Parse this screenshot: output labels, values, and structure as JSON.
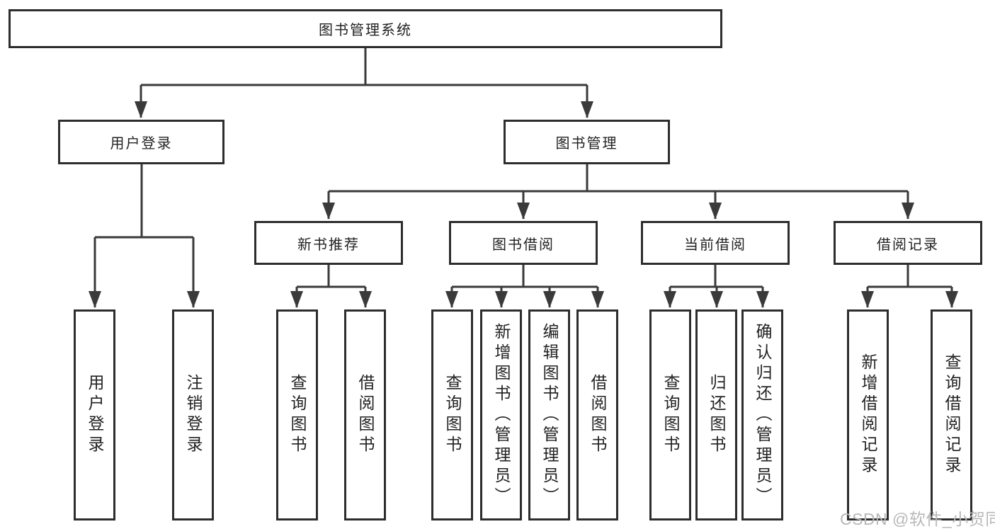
{
  "diagram": {
    "title": "图书管理系统",
    "nodes": {
      "root": "图书管理系统",
      "user_login": "用户登录",
      "book_management": "图书管理",
      "new_book_recommend": "新书推荐",
      "book_borrowing": "图书借阅",
      "current_borrowing": "当前借阅",
      "borrowing_records": "借阅记录"
    },
    "leaves": {
      "user_login": [
        "用户登录",
        "注销登录"
      ],
      "new_book_recommend": [
        "查询图书",
        "借阅图书"
      ],
      "book_borrowing": [
        "查询图书",
        "新增图书（管理员）",
        "编辑图书（管理员）",
        "借阅图书"
      ],
      "current_borrowing": [
        "查询图书",
        "归还图书",
        "确认归还（管理员）"
      ],
      "borrowing_records": [
        "新增借阅记录",
        "查询借阅记录"
      ]
    }
  },
  "watermark": "CSDN @软件_小贺同学",
  "colors": {
    "line": "#3a3a3a",
    "border": "#2d2d2d",
    "text": "#222222",
    "watermark": "#b8b8b8",
    "background": "#ffffff"
  }
}
